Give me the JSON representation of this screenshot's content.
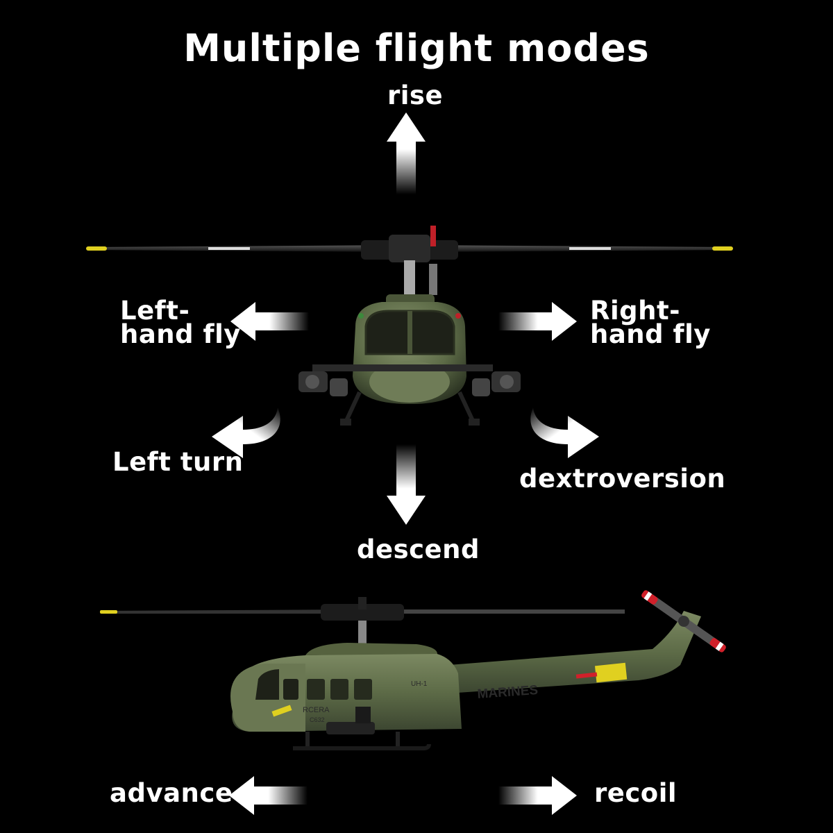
{
  "title": "Multiple flight modes",
  "modes": {
    "rise": "rise",
    "left_hand_fly_line1": "Left-",
    "left_hand_fly_line2": "hand fly",
    "right_hand_fly_line1": "Right-",
    "right_hand_fly_line2": "hand fly",
    "left_turn": "Left turn",
    "dextroversion": "dextroversion",
    "descend": "descend",
    "advance": "advance",
    "recoil": "recoil"
  },
  "helicopter_markings": {
    "brand": "RCERA",
    "model_code": "C632",
    "type": "UH-1",
    "unit": "MARINES"
  },
  "colors": {
    "background": "#000000",
    "text": "#ffffff",
    "body_green": "#5d6b47",
    "tip_yellow": "#e0d020",
    "tail_red": "#d0202a"
  }
}
